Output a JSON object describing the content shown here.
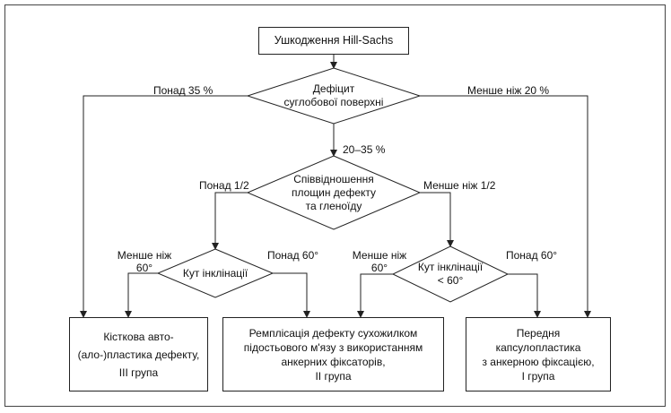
{
  "start": "Ушкодження Hill-Sachs",
  "decision_deficit": "Дефіцит\nсуглобової поверхні",
  "decision_ratio": "Співвідношення\nплощин дефекту\nта гленоїду",
  "decision_angle_left": "Кут інклінації",
  "decision_angle_right": "Кут інклінації\n< 60°",
  "edges": {
    "over35": "Понад 35 %",
    "under20": "Менше ніж 20 %",
    "mid": "20–35 %",
    "over_half": "Понад 1/2",
    "under_half": "Менше ніж 1/2",
    "left_under60": "Менше ніж\n60°",
    "left_over60": "Понад 60°",
    "right_under60": "Менше ніж\n60°",
    "right_over60": "Понад 60°"
  },
  "outcomes": {
    "bone": "Кісткова авто-\n(ало-)пластика дефекту,\nІІІ група",
    "remplissage": "Ремплісація дефекту сухожилком\nпідостьового м'язу з використанням\nанкерних фіксаторів,\nІІ група",
    "capsulo": "Передня\nкапсулопластика\nз анкерною фіксацією,\nІ група"
  }
}
